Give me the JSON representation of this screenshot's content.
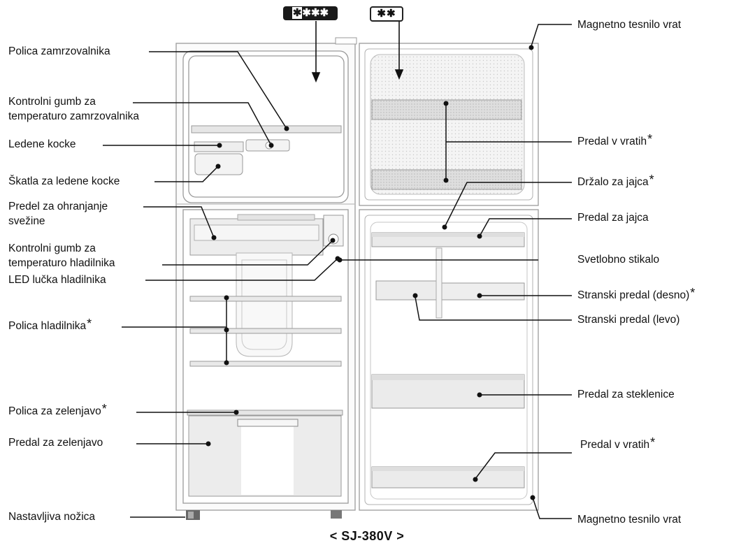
{
  "model": "< SJ-380V >",
  "badges": {
    "freezer_rating_first": "✱",
    "freezer_rating_rest": "✱✱✱",
    "door_compartment_rating": "✱✱"
  },
  "labels_left": {
    "polica_zamrzovalnika": "Polica zamrzovalnika",
    "kontrolni_gumb_zamrz_1": "Kontrolni gumb za",
    "kontrolni_gumb_zamrz_2": "temperaturo zamrzovalnika",
    "ledene_kocke": "Ledene kocke",
    "skatla_ledene_kocke": "Škatla za ledene kocke",
    "predel_svezine_1": "Predel za ohranjanje",
    "predel_svezine_2": "svežine",
    "kontrolni_gumb_hlad_1": "Kontrolni gumb za",
    "kontrolni_gumb_hlad_2": "temperaturo hladilnika",
    "led_lucka": "LED lučka hladilnika",
    "polica_hladilnika": "Polica hladilnika",
    "polica_zelenjavo": "Polica za zelenjavo",
    "predal_zelenjavo": "Predal za zelenjavo",
    "nastavljiva_nozica": "Nastavljiva nožica"
  },
  "labels_right": {
    "magnetno_tesnilo_top": "Magnetno tesnilo vrat",
    "predal_v_vratih_top": "Predal v vratih",
    "drzalo_za_jajca": "Držalo za jajca",
    "predal_za_jajca": "Predal za jajca",
    "svetlobno_stikalo": "Svetlobno stikalo",
    "stranski_predal_desno": "Stranski predal (desno)",
    "stranski_predal_levo": "Stranski predal (levo)",
    "predal_za_steklenice": "Predal za steklenice",
    "predal_v_vratih_bottom": "Predal v vratih",
    "magnetno_tesnilo_bottom": "Magnetno tesnilo vrat"
  },
  "asterisk": "*"
}
